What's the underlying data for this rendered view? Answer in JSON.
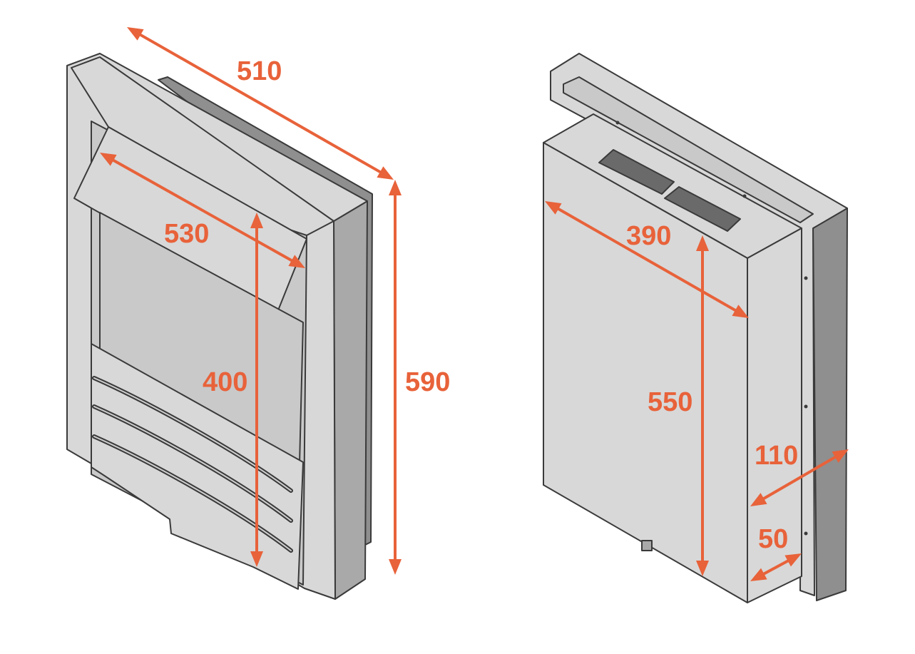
{
  "dimensions": {
    "front_width": "510",
    "opening_width": "530",
    "opening_height": "400",
    "overall_height": "590",
    "body_width": "390",
    "body_height": "550",
    "overall_depth": "110",
    "frame_depth": "50"
  },
  "colors": {
    "dimension": "#e8623a",
    "outline": "#3a3a3a",
    "surface": "#d8d8d8"
  }
}
